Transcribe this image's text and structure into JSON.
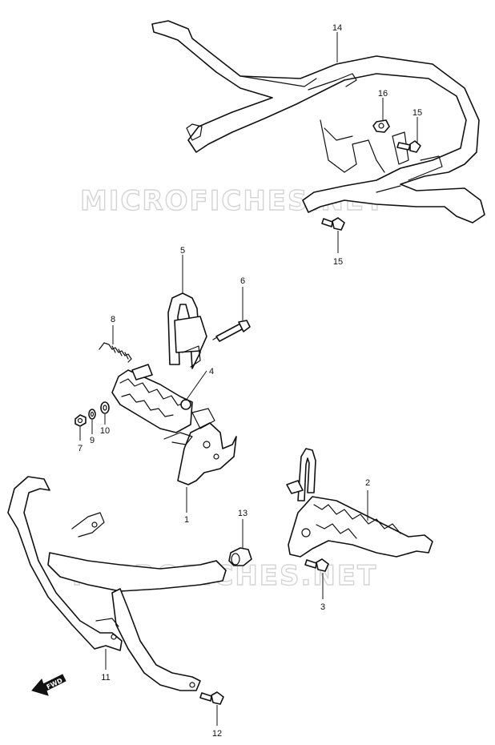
{
  "watermark": "MICROFICHES.NET",
  "direction_label": "FWD",
  "callouts": {
    "c1": "1",
    "c2": "2",
    "c3": "3",
    "c4": "4",
    "c5": "5",
    "c6": "6",
    "c7": "7",
    "c8": "8",
    "c9": "9",
    "c10": "10",
    "c11": "11",
    "c12": "12",
    "c13": "13",
    "c14": "14",
    "c15a": "15",
    "c15b": "15",
    "c16": "16"
  }
}
